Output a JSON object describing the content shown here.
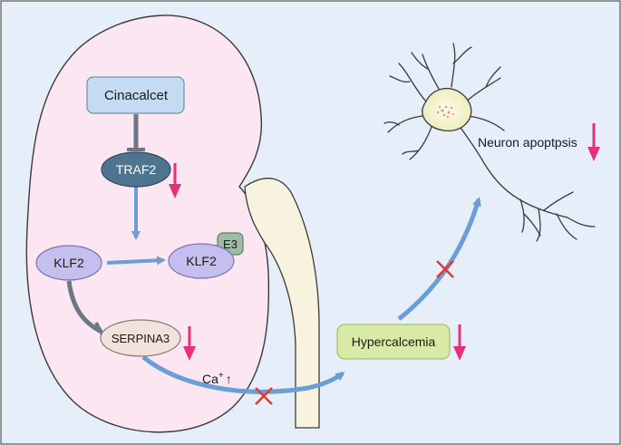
{
  "nodes": {
    "cinacalcet": "Cinacalcet",
    "traf2": "TRAF2",
    "klf2_left": "KLF2",
    "klf2_right": "KLF2",
    "e3": "E3",
    "serpina3": "SERPINA3",
    "hypercalcemia": "Hypercalcemia"
  },
  "labels": {
    "calcium": "Ca",
    "calcium_sup": "+",
    "calcium_arrow": "↑",
    "neuron_apoptosis": "Neuron apoptpsis"
  },
  "colors": {
    "background": "#e6eef9",
    "kidney_fill": "#fce6f1",
    "ureter_fill": "#f7f3de",
    "cinacalcet_fill": "#c4dcf2",
    "traf2_fill": "#4f7490",
    "klf2_fill": "#c5bff0",
    "e3_fill": "#9ebca6",
    "serpina3_fill": "#efe3dc",
    "hypercalcemia_fill": "#d9e9a6",
    "blue_arrow": "#6a9fd6",
    "down_arrow": "#e6307a",
    "cross": "#e53935",
    "neuron_fill": "#f7f6d4"
  }
}
